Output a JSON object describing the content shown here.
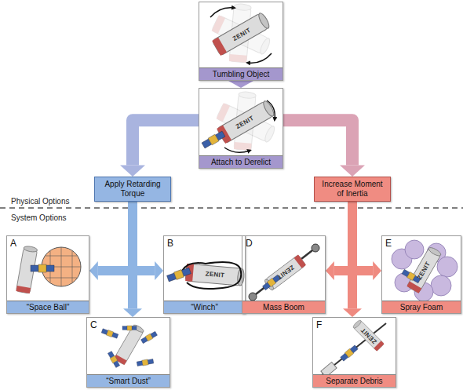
{
  "diagram": {
    "nodes": [
      {
        "text": [
          "Tumbling Object"
        ]
      },
      {
        "text": [
          "Attach to Derelict"
        ]
      },
      {
        "text": [
          "Apply Retarding Torque"
        ]
      },
      {
        "text": [
          "Increase Moment of Inertia"
        ]
      },
      {
        "text": [
          "A",
          "“Space Ball”"
        ]
      },
      {
        "text": [
          "B",
          "“Winch”"
        ]
      },
      {
        "text": [
          "C",
          "“Smart Dust”"
        ]
      },
      {
        "text": [
          "D",
          "Mass Boom"
        ]
      },
      {
        "text": [
          "E",
          "Spray Foam"
        ]
      },
      {
        "text": [
          "F",
          "Separate Debris"
        ]
      }
    ],
    "edges": [
      {
        "from": 0,
        "to": 1,
        "arrow": "to"
      },
      {
        "from": 1,
        "to": 2,
        "arrow": "to"
      },
      {
        "from": 1,
        "to": 3,
        "arrow": "to"
      },
      {
        "from": 2,
        "to": 4,
        "arrow": "to"
      },
      {
        "from": 2,
        "to": 5,
        "arrow": "to"
      },
      {
        "from": 2,
        "to": 6,
        "arrow": "to"
      },
      {
        "from": 3,
        "to": 7,
        "arrow": "to"
      },
      {
        "from": 3,
        "to": 8,
        "arrow": "to"
      },
      {
        "from": 3,
        "to": 9,
        "arrow": "to"
      }
    ],
    "labels": [
      "Physical Options",
      "System Options",
      "ZENIT",
      "ZENIT",
      "ZENIT",
      "ZENIT",
      "ZENIT",
      "ZENIT"
    ]
  }
}
